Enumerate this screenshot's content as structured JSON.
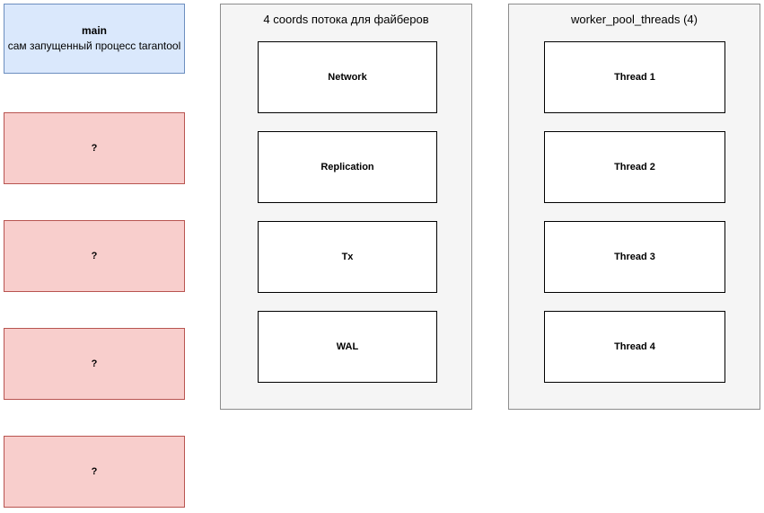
{
  "diagram": {
    "background": "#ffffff",
    "colors": {
      "main_fill": "#dae8fc",
      "main_stroke": "#6c8ebf",
      "unknown_fill": "#f8cecc",
      "unknown_stroke": "#b85450",
      "group_fill": "#f5f5f5",
      "group_stroke": "#8c8c8c",
      "cell_fill": "#ffffff",
      "cell_stroke": "#000000"
    },
    "left_column": {
      "main_process": {
        "title": "main",
        "subtitle": "сам запущенный процесс tarantool"
      },
      "unknown_processes": [
        {
          "label": "?"
        },
        {
          "label": "?"
        },
        {
          "label": "?"
        },
        {
          "label": "?"
        }
      ]
    },
    "groups": [
      {
        "name": "coords-group",
        "title": "4 coords потока для файберов",
        "cells": [
          {
            "label": "Network"
          },
          {
            "label": "Replication"
          },
          {
            "label": "Tx"
          },
          {
            "label": "WAL"
          }
        ]
      },
      {
        "name": "worker-pool-group",
        "title": "worker_pool_threads (4)",
        "cells": [
          {
            "label": "Thread 1"
          },
          {
            "label": "Thread 2"
          },
          {
            "label": "Thread 3"
          },
          {
            "label": "Thread 4"
          }
        ]
      }
    ]
  }
}
